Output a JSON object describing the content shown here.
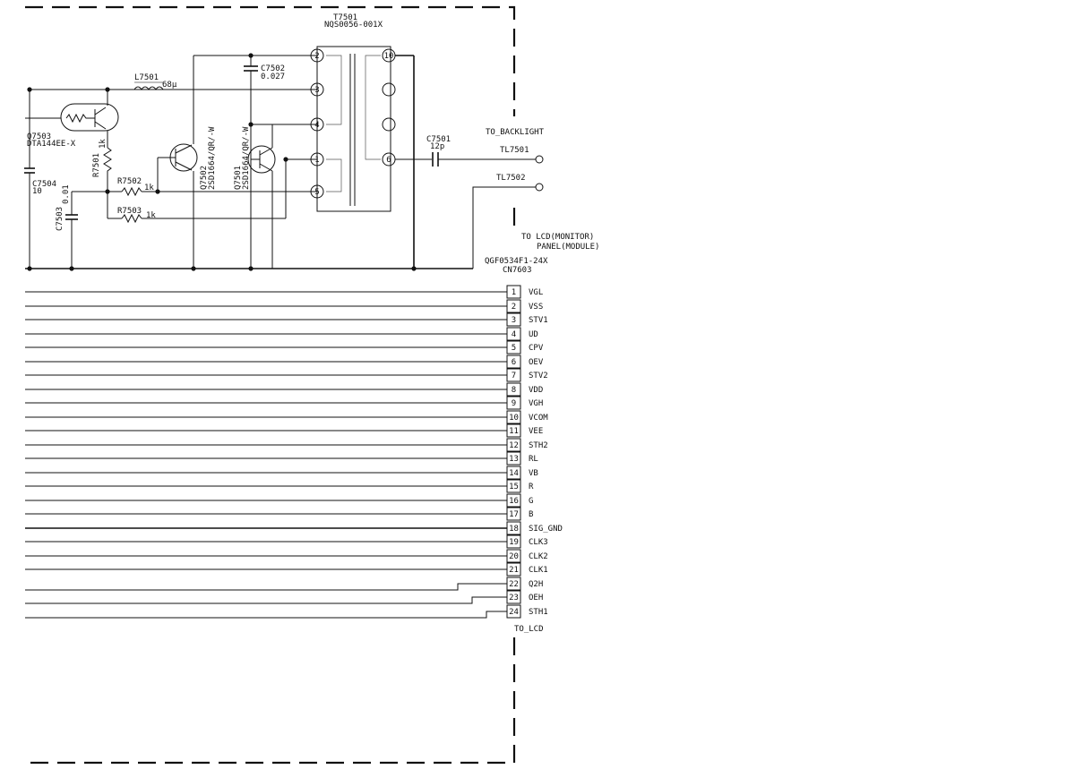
{
  "transformer": {
    "ref": "T7501",
    "part": "NQS0056-001X",
    "left_pins": [
      "2",
      "3",
      "4",
      "1",
      "5"
    ],
    "right_pins": [
      "10",
      "6"
    ]
  },
  "inductor": {
    "ref": "L7501",
    "value": "68µ"
  },
  "caps": {
    "c7502": {
      "ref": "C7502",
      "value": "0.027"
    },
    "c7501": {
      "ref": "C7501",
      "value": "12p"
    },
    "c7504": {
      "ref": "C7504",
      "value": "10"
    },
    "c7503": {
      "ref": "C7503",
      "value": "0.01"
    }
  },
  "transistors": {
    "q7503": {
      "ref": "Q7503",
      "part": "DTA144EE-X"
    },
    "q7502": {
      "label": "Q7502\n2SD1664/QR/-W"
    },
    "q7501": {
      "label": "Q7501\n2SD1664/QR/-W"
    }
  },
  "resistors": {
    "r7501": {
      "ref": "R7501",
      "value": "1k"
    },
    "r7502": {
      "ref": "R7502",
      "value": "1k"
    },
    "r7503": {
      "ref": "R7503",
      "value": "1k"
    }
  },
  "terminals": {
    "to_backlight": "TO_BACKLIGHT",
    "tl7501": "TL7501",
    "tl7502": "TL7502"
  },
  "lcd_note": [
    "TO LCD(MONITOR)",
    "PANEL(MODULE)"
  ],
  "connector": {
    "part": "QGF0534F1-24X",
    "ref": "CN7603",
    "footer": "TO_LCD",
    "pins": [
      {
        "num": "1",
        "signal": "VGL"
      },
      {
        "num": "2",
        "signal": "VSS"
      },
      {
        "num": "3",
        "signal": "STV1"
      },
      {
        "num": "4",
        "signal": "UD"
      },
      {
        "num": "5",
        "signal": "CPV"
      },
      {
        "num": "6",
        "signal": "OEV"
      },
      {
        "num": "7",
        "signal": "STV2"
      },
      {
        "num": "8",
        "signal": "VDD"
      },
      {
        "num": "9",
        "signal": "VGH"
      },
      {
        "num": "10",
        "signal": "VCOM"
      },
      {
        "num": "11",
        "signal": "VEE"
      },
      {
        "num": "12",
        "signal": "STH2"
      },
      {
        "num": "13",
        "signal": "RL"
      },
      {
        "num": "14",
        "signal": "VB"
      },
      {
        "num": "15",
        "signal": "R"
      },
      {
        "num": "16",
        "signal": "G"
      },
      {
        "num": "17",
        "signal": "B"
      },
      {
        "num": "18",
        "signal": "SIG_GND"
      },
      {
        "num": "19",
        "signal": "CLK3"
      },
      {
        "num": "20",
        "signal": "CLK2"
      },
      {
        "num": "21",
        "signal": "CLK1"
      },
      {
        "num": "22",
        "signal": "Q2H"
      },
      {
        "num": "23",
        "signal": "OEH"
      },
      {
        "num": "24",
        "signal": "STH1"
      }
    ]
  }
}
